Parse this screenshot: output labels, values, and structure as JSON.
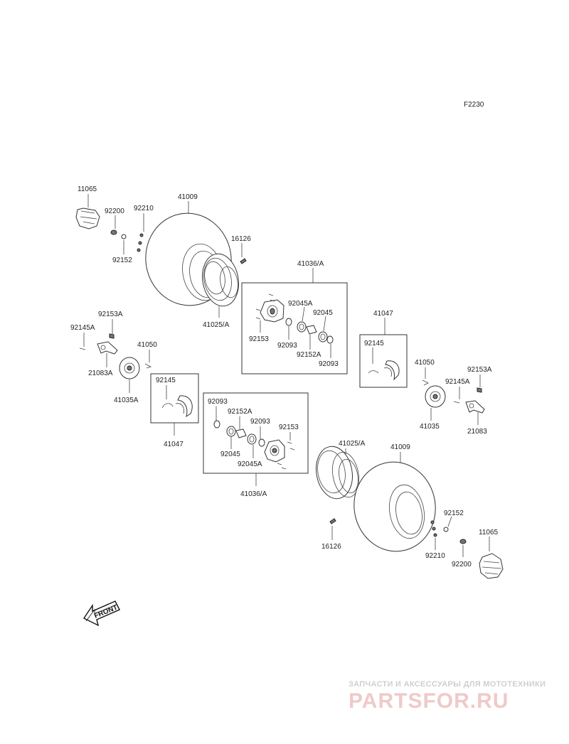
{
  "figure_code": "F2230",
  "labels": {
    "l11065_top": "11065",
    "l92200_top": "92200",
    "l92210_top": "92210",
    "l41009_top": "41009",
    "l92152_top": "92152",
    "l16126_top": "16126",
    "l41025_top": "41025/A",
    "l41036_top": "41036/A",
    "l92045a_top": "92045A",
    "l92045_top": "92045",
    "l92153_top": "92153",
    "l92093_topA": "92093",
    "l92152a_top": "92152A",
    "l92093_topB": "92093",
    "l41047_right": "41047",
    "l92145_right": "92145",
    "l92153a_left": "92153A",
    "l92145a_left": "92145A",
    "l41050_left": "41050",
    "l21083a": "21083A",
    "l41035a": "41035A",
    "l92145_left": "92145",
    "l41047_left": "41047",
    "l92093_botA": "92093",
    "l92152a_bot": "92152A",
    "l92093_botB": "92093",
    "l92153_bot": "92153",
    "l92045_bot": "92045",
    "l92045a_bot": "92045A",
    "l41036_bot": "41036/A",
    "l41050_right": "41050",
    "l92153a_right": "92153A",
    "l92145a_right": "92145A",
    "l41035": "41035",
    "l21083": "21083",
    "l41025_bot": "41025/A",
    "l41009_bot": "41009",
    "l16126_bot": "16126",
    "l92152_bot": "92152",
    "l11065_bot": "11065",
    "l92210_bot": "92210",
    "l92200_bot": "92200"
  },
  "front_label": "FRONT",
  "watermark": {
    "line1": "ЗАПЧАСТИ И АКСЕССУАРЫ ДЛЯ МОТОТЕХНИКИ",
    "line2": "PARTSFOR.RU"
  }
}
